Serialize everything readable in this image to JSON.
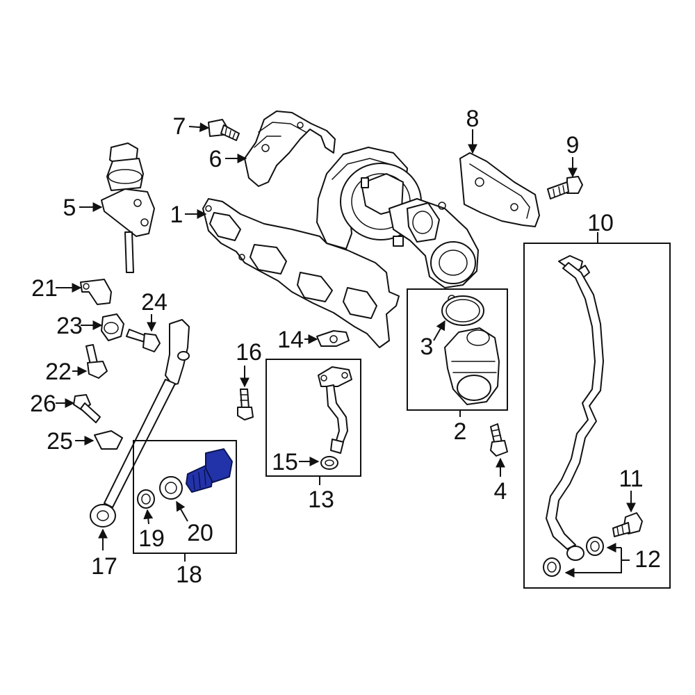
{
  "colors": {
    "line": "#111111",
    "background": "#ffffff",
    "highlight_fill": "#2233aa",
    "highlight_stroke": "#0a1450"
  },
  "callouts": {
    "c1": "1",
    "c2": "2",
    "c3": "3",
    "c4": "4",
    "c5": "5",
    "c6": "6",
    "c7": "7",
    "c8": "8",
    "c9": "9",
    "c10": "10",
    "c11": "11",
    "c12": "12",
    "c13": "13",
    "c14": "14",
    "c15": "15",
    "c16": "16",
    "c17": "17",
    "c18": "18",
    "c19": "19",
    "c20": "20",
    "c21": "21",
    "c22": "22",
    "c23": "23",
    "c24": "24",
    "c25": "25",
    "c26": "26"
  },
  "highlighted_part": "20"
}
